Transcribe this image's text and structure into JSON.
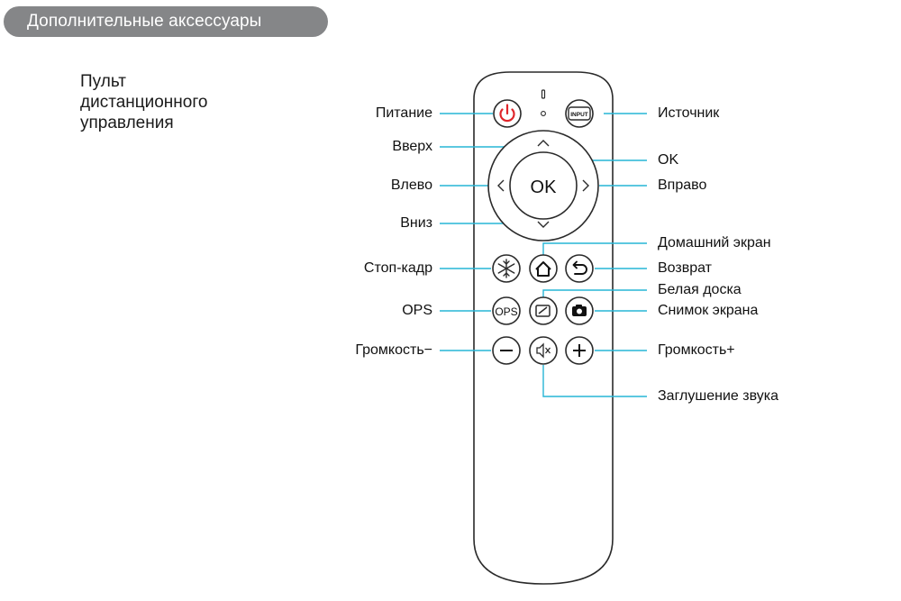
{
  "header": {
    "section_title": "Дополнительные аксессуары"
  },
  "side_title": {
    "lines": [
      "Пульт",
      "дистанционного",
      "управления"
    ]
  },
  "remote": {
    "ok_label": "OK",
    "ops_button_label": "OPS",
    "input_button_label": "INPUT",
    "power_color": "#e0262b",
    "line_color": "#27b5d6"
  },
  "labels": {
    "power": "Питание",
    "source": "Источник",
    "up": "Вверх",
    "ok": "OK",
    "left": "Влево",
    "right": "Вправо",
    "down": "Вниз",
    "home": "Домашний экран",
    "freeze": "Стоп-кадр",
    "back": "Возврат",
    "whiteboard": "Белая доска",
    "ops": "OPS",
    "screenshot": "Снимок экрана",
    "volume_down": "Громкость−",
    "volume_up": "Громкость+",
    "mute": "Заглушение звука"
  }
}
